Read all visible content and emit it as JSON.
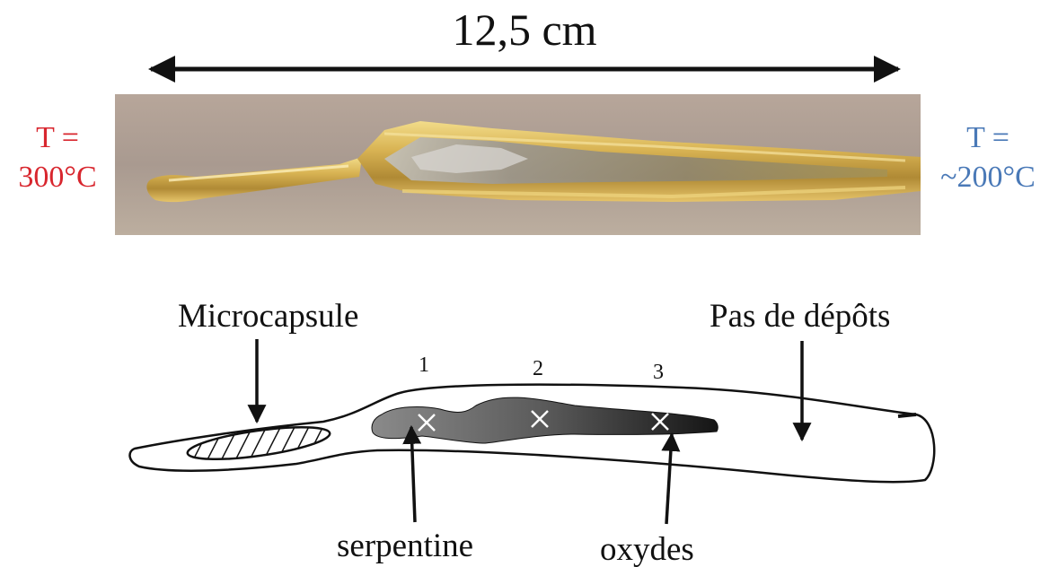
{
  "scale": {
    "length_label": "12,5 cm"
  },
  "temperatures": {
    "hot": {
      "line1": "T =",
      "line2": "300°C",
      "color": "#d8262e"
    },
    "cold": {
      "line1": "T =",
      "line2": "~200°C",
      "color": "#4a79b7"
    }
  },
  "labels": {
    "microcapsule": "Microcapsule",
    "no_deposits": "Pas de dépôts",
    "serpentine": "serpentine",
    "oxides": "oxydes"
  },
  "zones": [
    "1",
    "2",
    "3"
  ]
}
